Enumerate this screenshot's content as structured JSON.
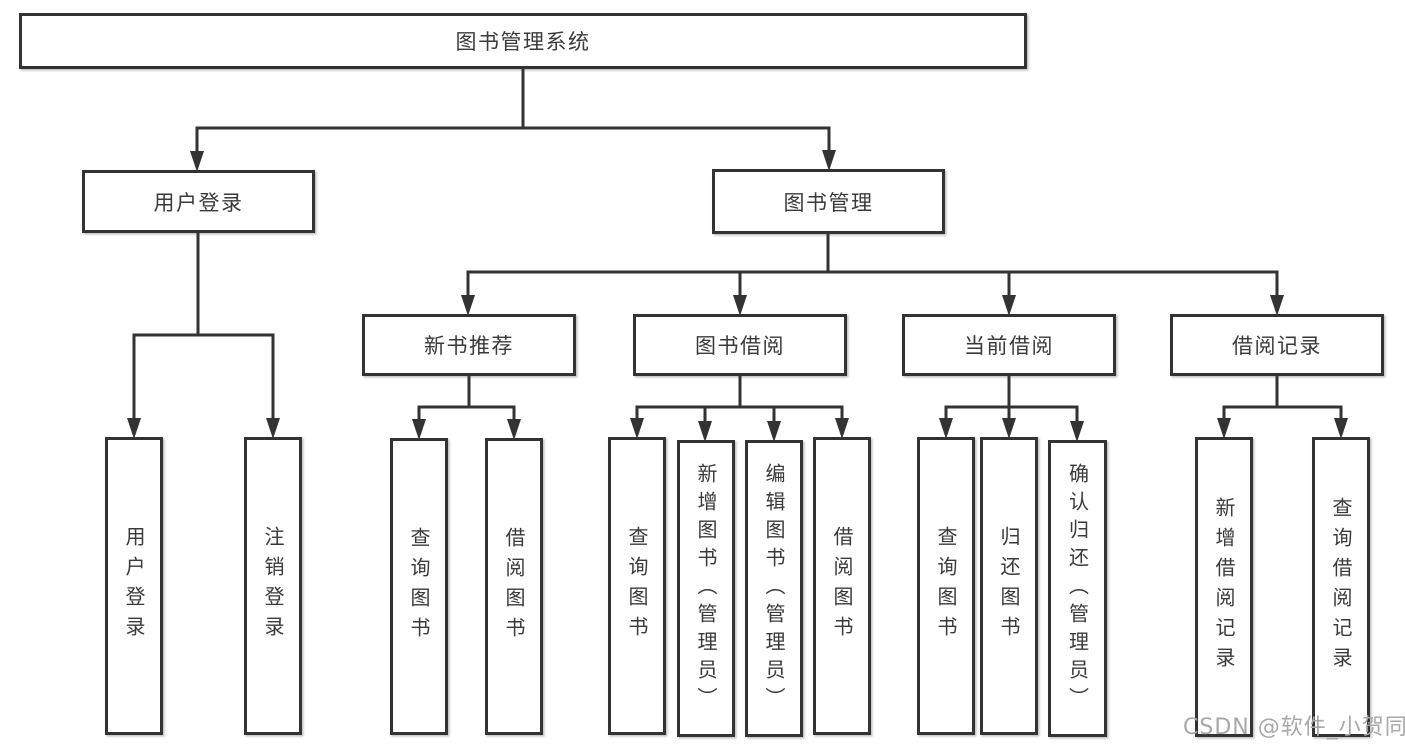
{
  "diagram_title": "图书管理系统",
  "watermark": "CSDN @软件_小贺同学",
  "colors": {
    "line": "#333333",
    "text": "#3a3a3a",
    "box_background": "#ffffff",
    "page_background": "#ffffff",
    "watermark": "#a8a8a8"
  },
  "nodes": {
    "root": "图书管理系统",
    "user_login": "用户登录",
    "book_management": "图书管理",
    "new_book_recommend": "新书推荐",
    "book_borrowing": "图书借阅",
    "current_borrowing": "当前借阅",
    "borrowing_records": "借阅记录",
    "leaves": {
      "user_login_leaf": "用户登录",
      "logout": "注销登录",
      "nbr_query_book": "查询图书",
      "nbr_borrow_book": "借阅图书",
      "bb_query_book": "查询图书",
      "bb_add_book": "新增图书（管理员）",
      "bb_edit_book": "编辑图书（管理员）",
      "bb_borrow_book": "借阅图书",
      "cb_query_book": "查询图书",
      "cb_return_book": "归还图书",
      "cb_confirm_return": "确认归还（管理员）",
      "br_add_record": "新增借阅记录",
      "br_query_record": "查询借阅记录"
    }
  }
}
